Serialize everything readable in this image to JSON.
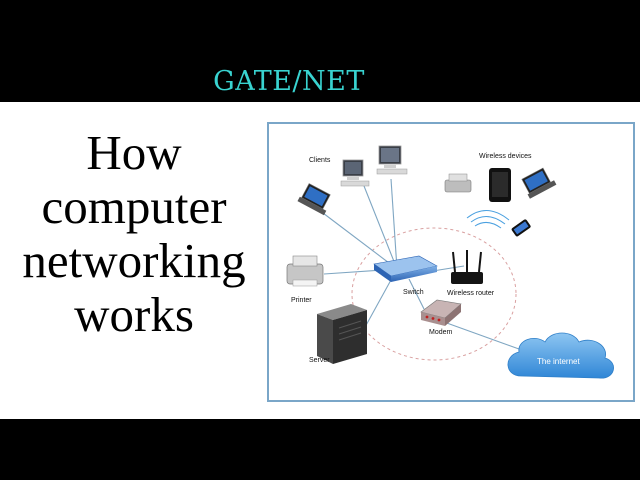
{
  "header": {
    "brand": "GATE/NET"
  },
  "headline": {
    "lines": [
      "How",
      "computer",
      "networking",
      "works"
    ]
  },
  "diagram": {
    "labels": {
      "clients": "Clients",
      "wireless_devices": "Wireless devices",
      "printer": "Printer",
      "switch": "Switch",
      "wireless_router": "Wireless router",
      "modem": "Modem",
      "server": "Server",
      "internet": "The internet"
    }
  },
  "colors": {
    "brand": "#39d3d0",
    "frame": "#7aa6c8",
    "links": "#7fa6c2",
    "cloud": "#4a9be0"
  }
}
